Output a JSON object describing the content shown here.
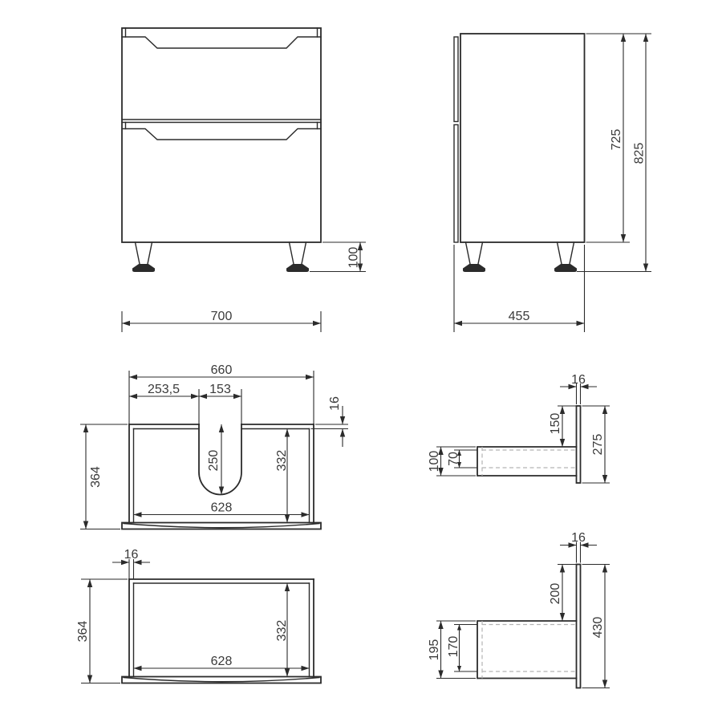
{
  "drawing": {
    "front_view": {
      "width": "700",
      "leg_height": "100"
    },
    "side_view": {
      "body_height": "725",
      "total_height": "825",
      "depth": "455"
    },
    "top_drawer_plan": {
      "overall_width": "660",
      "cutout_offset": "253,5",
      "cutout_width": "153",
      "panel_thickness": "16",
      "overall_depth": "364",
      "cutout_depth": "250",
      "inner_depth": "332",
      "inner_width": "628"
    },
    "top_drawer_section": {
      "front_thickness": "16",
      "front_top_offset": "150",
      "front_height": "275",
      "box_height": "100",
      "box_inner_height": "70"
    },
    "bottom_drawer_plan": {
      "wall_thickness": "16",
      "overall_depth": "364",
      "inner_depth": "332",
      "inner_width": "628"
    },
    "bottom_drawer_section": {
      "front_thickness": "16",
      "front_top_offset": "200",
      "front_height": "430",
      "box_height": "195",
      "box_inner_height": "170"
    }
  },
  "colors": {
    "line": "#2b2b2b",
    "text": "#3a3a3a",
    "dashed": "#b4b4b4",
    "bg": "#ffffff"
  }
}
